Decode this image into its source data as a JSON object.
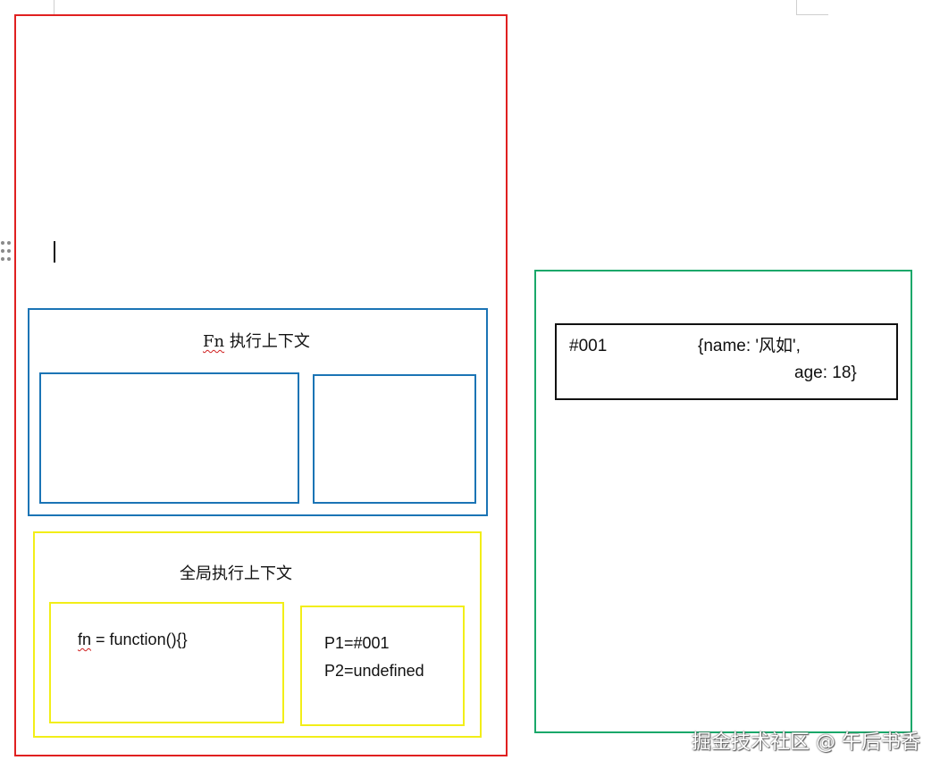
{
  "fn_context": {
    "title_prefix": "Fn",
    "title_rest": " 执行上下文"
  },
  "global_context": {
    "title": "全局执行上下文",
    "fn_prefix": "fn",
    "fn_rest": " = function(){}",
    "p1": "P1=#001",
    "p2": "P2=undefined"
  },
  "heap": {
    "address": "#001",
    "obj_line1": "{name: '风如',",
    "obj_line2": "age: 18}"
  },
  "watermark": "掘金技术社区 @ 午后书香",
  "colors": {
    "outer_frame": "#e02020",
    "heap_frame": "#1aa86a",
    "fn_context": "#1b74b5",
    "global_context": "#f2ee18"
  }
}
